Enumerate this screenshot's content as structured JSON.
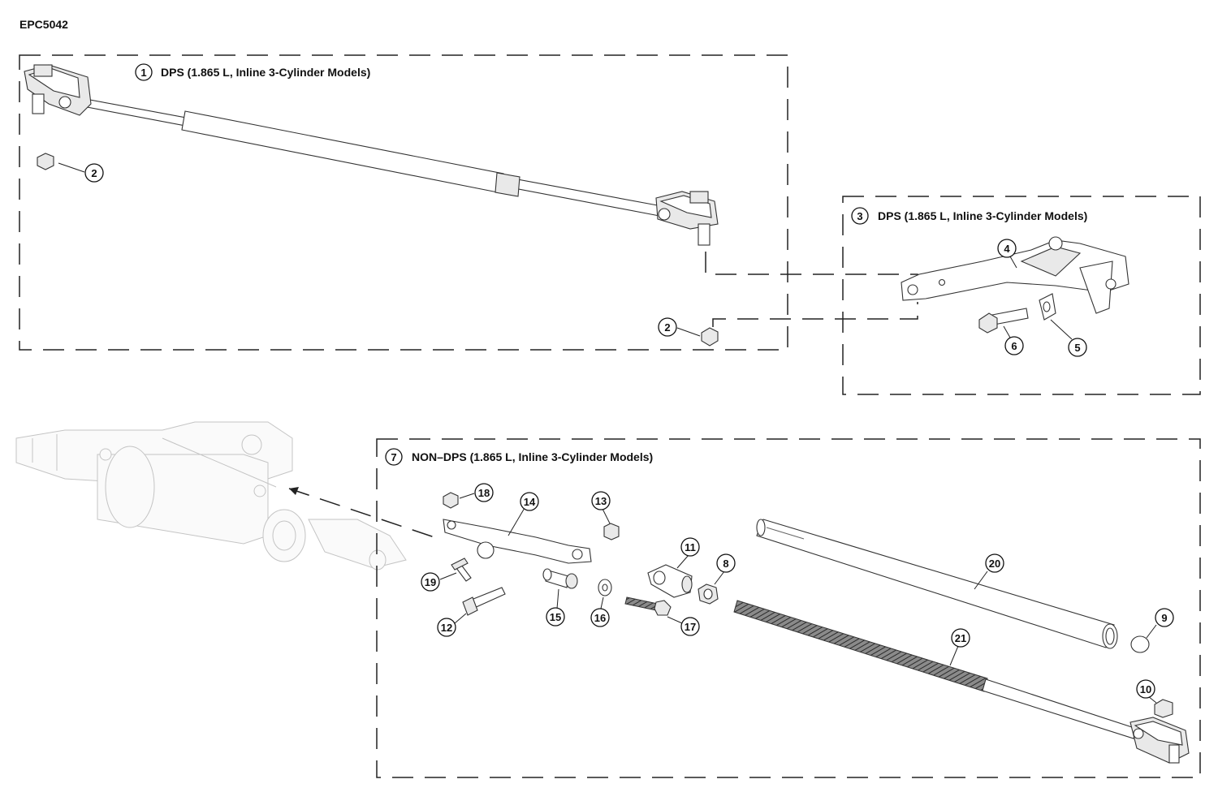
{
  "diagram_id": "EPC5042",
  "sections": [
    {
      "ref": "1",
      "title": "DPS (1.865 L, Inline 3-Cylinder Models)"
    },
    {
      "ref": "3",
      "title": "DPS (1.865 L, Inline 3-Cylinder Models)"
    },
    {
      "ref": "7",
      "title": "NON–DPS (1.865 L, Inline 3-Cylinder Models)"
    }
  ],
  "callouts": {
    "c2a": "2",
    "c2b": "2",
    "c4": "4",
    "c5": "5",
    "c6": "6",
    "c8": "8",
    "c9": "9",
    "c10": "10",
    "c11": "11",
    "c12": "12",
    "c13": "13",
    "c14": "14",
    "c15": "15",
    "c16": "16",
    "c17": "17",
    "c18": "18",
    "c19": "19",
    "c20": "20",
    "c21": "21"
  }
}
